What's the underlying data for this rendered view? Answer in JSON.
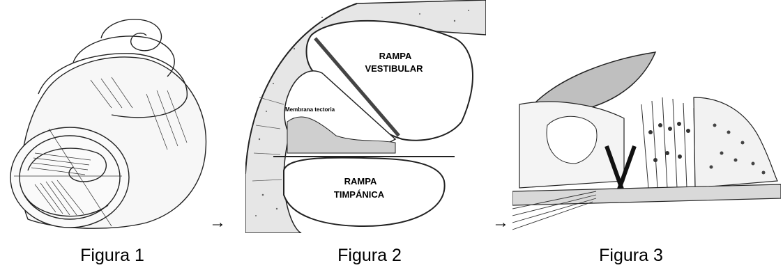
{
  "figures": [
    {
      "caption": "Figura 1"
    },
    {
      "caption": "Figura 2",
      "labels": {
        "vestibular_1": "RAMPA",
        "vestibular_2": "VESTIBULAR",
        "tectoria": "Membrana tectoria",
        "timpanica_1": "RAMPA",
        "timpanica_2": "TIMPÁNICA"
      }
    },
    {
      "caption": "Figura 3"
    }
  ],
  "arrows": [
    "→",
    "→"
  ]
}
